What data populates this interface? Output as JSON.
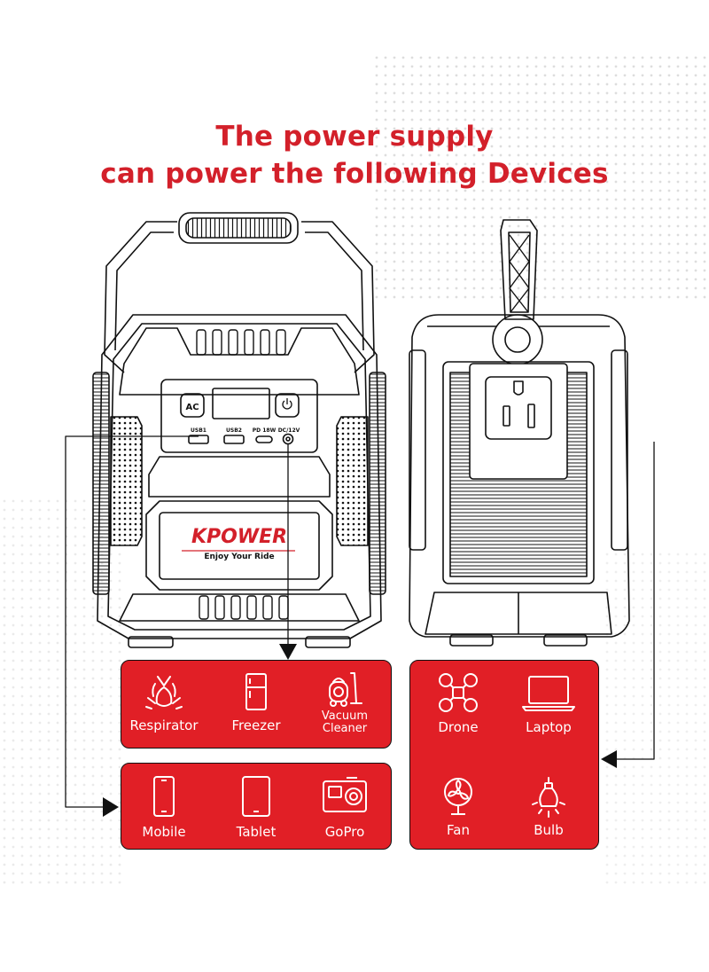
{
  "title": {
    "line1": "The power supply",
    "line2": "can power the following Devices"
  },
  "product": {
    "brand": "KPOWER",
    "tagline": "Enjoy Your Ride",
    "ports": {
      "ac": "AC",
      "usb1": "USB1",
      "usb2": "USB2",
      "pd": "PD 18W",
      "dc": "DC/12V"
    }
  },
  "groups": {
    "usb_dc": [
      {
        "label": "Respirator",
        "icon": "respirator-icon"
      },
      {
        "label": "Freezer",
        "icon": "freezer-icon"
      },
      {
        "label_line1": "Vacuum",
        "label_line2": "Cleaner",
        "icon": "vacuum-icon"
      }
    ],
    "usb": [
      {
        "label": "Mobile",
        "icon": "mobile-icon"
      },
      {
        "label": "Tablet",
        "icon": "tablet-icon"
      },
      {
        "label": "GoPro",
        "icon": "gopro-icon"
      }
    ],
    "ac": [
      {
        "label": "Drone",
        "icon": "drone-icon"
      },
      {
        "label": "Laptop",
        "icon": "laptop-icon"
      },
      {
        "label": "Fan",
        "icon": "fan-icon"
      },
      {
        "label": "Bulb",
        "icon": "bulb-icon"
      }
    ]
  },
  "colors": {
    "accent": "#e11f26",
    "title": "#d3202a",
    "outline": "#111111"
  }
}
